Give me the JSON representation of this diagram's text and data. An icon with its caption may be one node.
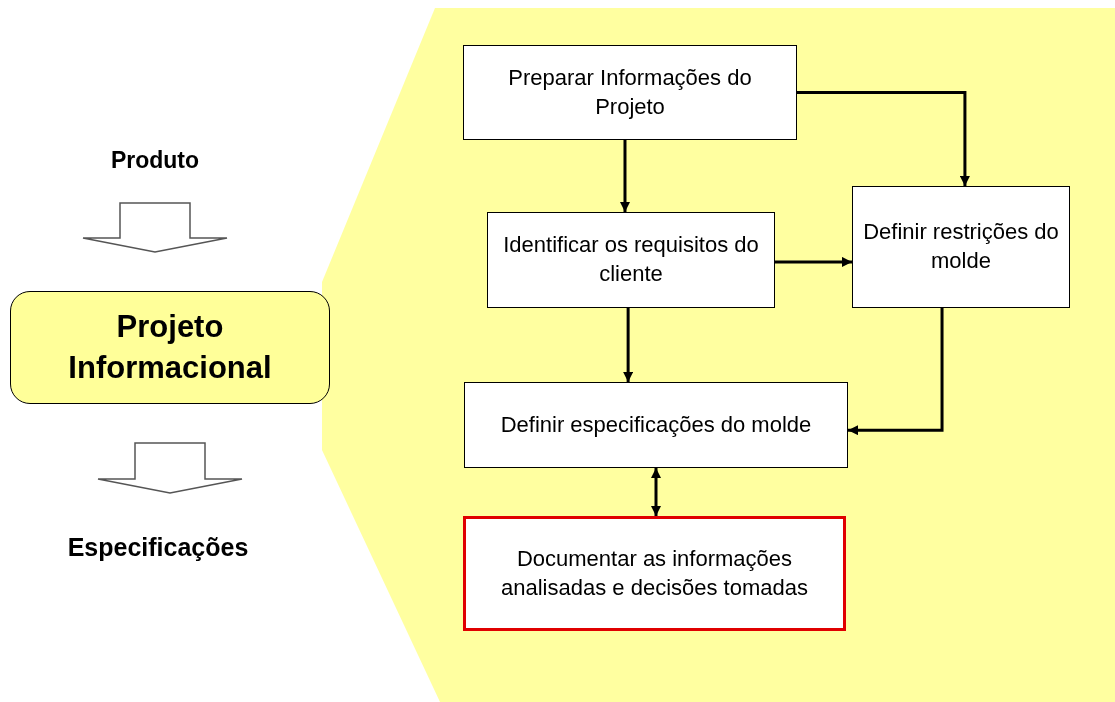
{
  "diagram": {
    "nodes": [
      {
        "text": [
          "Produto"
        ]
      },
      {
        "text": [
          "Projeto Informacional"
        ]
      },
      {
        "text": [
          "Especificações"
        ]
      },
      {
        "text": [
          "Preparar Informações do Projeto"
        ]
      },
      {
        "text": [
          "Identificar os requisitos do cliente"
        ]
      },
      {
        "text": [
          "Definir restrições do molde"
        ]
      },
      {
        "text": [
          "Definir especificações do molde"
        ]
      },
      {
        "text": [
          "Documentar as informações analisadas e decisões tomadas"
        ]
      }
    ],
    "edges": [
      {
        "from": 0,
        "to": 1,
        "arrow": "to",
        "style": "thick"
      },
      {
        "from": 1,
        "to": 2,
        "arrow": "to",
        "style": "thick"
      },
      {
        "from": 3,
        "to": 4,
        "arrow": "to"
      },
      {
        "from": 3,
        "to": 5,
        "arrow": "to"
      },
      {
        "from": 4,
        "to": 5,
        "arrow": "to"
      },
      {
        "from": 4,
        "to": 6,
        "arrow": "to"
      },
      {
        "from": 5,
        "to": 6,
        "arrow": "to"
      },
      {
        "from": 6,
        "to": 7,
        "arrow": "both"
      }
    ]
  }
}
